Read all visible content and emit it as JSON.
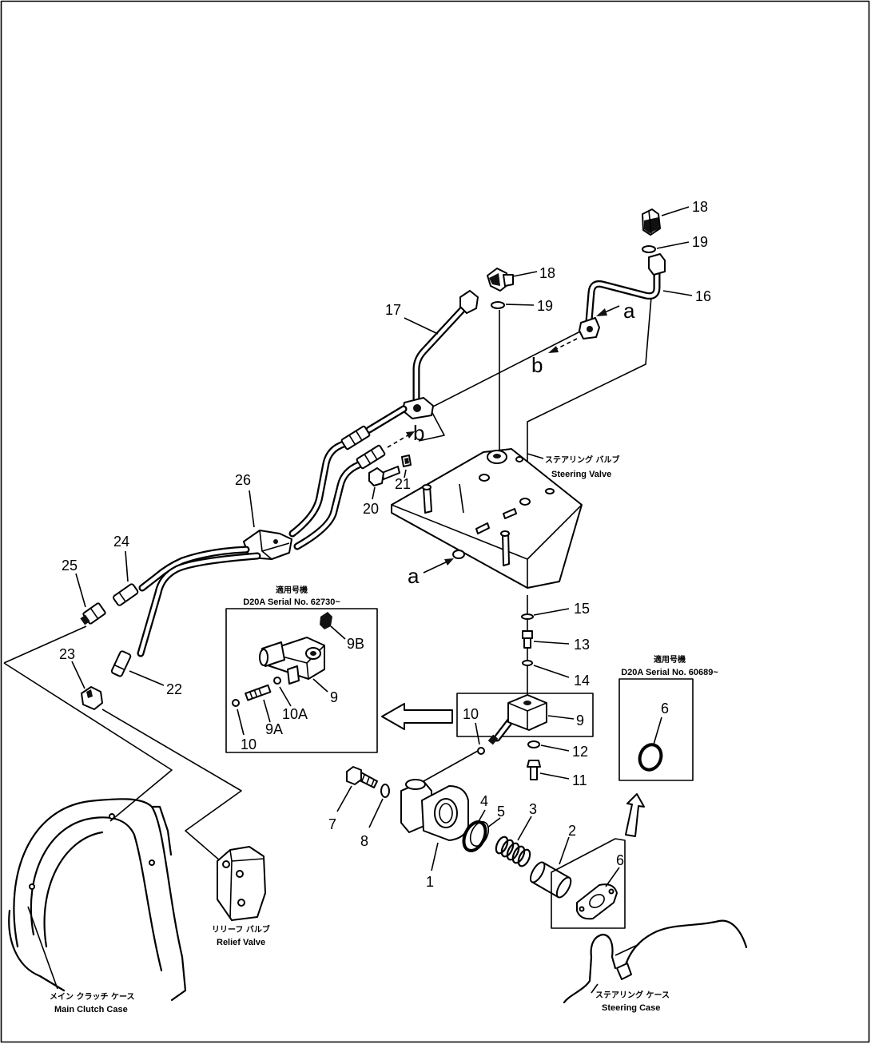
{
  "callouts": {
    "c18a": "18",
    "c19a": "19",
    "c16": "16",
    "c18b": "18",
    "c19b": "19",
    "c17": "17",
    "ca1": "a",
    "cb1": "b",
    "cb2": "b",
    "ca2": "a",
    "c21": "21",
    "c20": "20",
    "c26": "26",
    "c24": "24",
    "c25": "25",
    "c23": "23",
    "c22": "22",
    "c15": "15",
    "c13": "13",
    "c14": "14",
    "c9": "9",
    "c10": "10",
    "c12": "12",
    "c11": "11",
    "c7": "7",
    "c8": "8",
    "c1": "1",
    "c4": "4",
    "c5": "5",
    "c3": "3",
    "c2": "2",
    "c6a": "6",
    "c6b": "6"
  },
  "inset_left": {
    "header_jp": "適用号機",
    "header_en": "D20A Serial No. 62730~",
    "c9b": "9B",
    "c9": "9",
    "c10a": "10A",
    "c9a": "9A",
    "c10": "10"
  },
  "inset_right": {
    "header_jp": "適用号機",
    "header_en": "D20A Serial No. 60689~"
  },
  "components": {
    "steering_valve_jp": "ステアリング バルブ",
    "steering_valve_en": "Steering Valve",
    "relief_valve_jp": "リリーフ バルブ",
    "relief_valve_en": "Relief Valve",
    "main_clutch_case_jp": "メイン クラッチ ケース",
    "main_clutch_case_en": "Main Clutch Case",
    "steering_case_jp": "ステアリング ケース",
    "steering_case_en": "Steering Case"
  }
}
